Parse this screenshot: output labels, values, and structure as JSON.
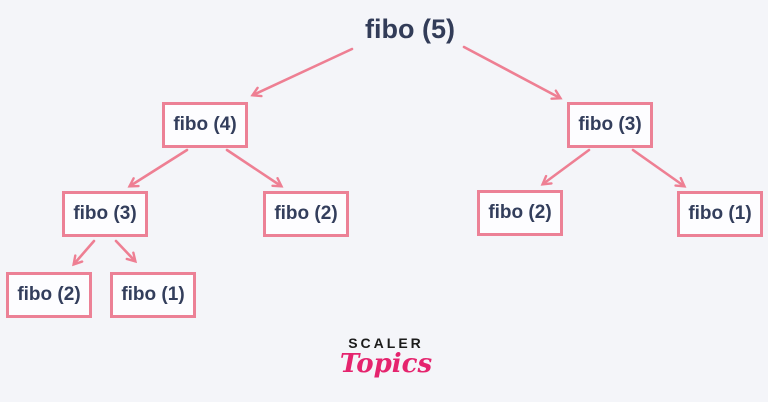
{
  "colors": {
    "background": "#f4f5f9",
    "box_border": "#ec8196",
    "box_fill": "#fdfdff",
    "text": "#333e5c",
    "arrow": "#ee7f93",
    "logo_black": "#1b1b1b",
    "logo_pink": "#e5246e"
  },
  "tree": {
    "root": {
      "label": "fibo (5)"
    },
    "nodes": {
      "fibo4": {
        "label": "fibo (4)"
      },
      "fibo3_right": {
        "label": "fibo (3)"
      },
      "fibo3_left": {
        "label": "fibo (3)"
      },
      "fibo2_mid": {
        "label": "fibo (2)"
      },
      "fibo2_right": {
        "label": "fibo (2)"
      },
      "fibo1_right": {
        "label": "fibo (1)"
      },
      "fibo2_bottom": {
        "label": "fibo (2)"
      },
      "fibo1_bottom": {
        "label": "fibo (1)"
      }
    }
  },
  "logo": {
    "brand": "SCALER",
    "sub": "Topics"
  }
}
